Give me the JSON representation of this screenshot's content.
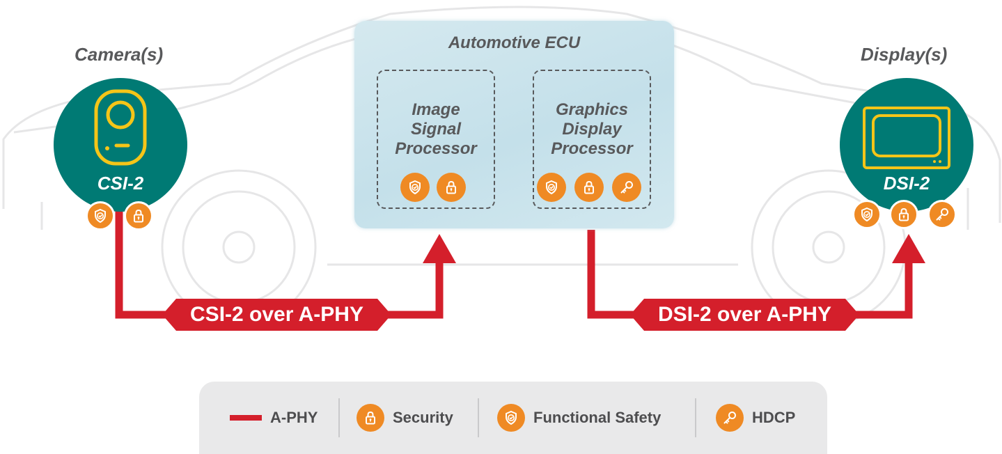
{
  "headings": {
    "cameras": "Camera(s)",
    "ecu": "Automotive ECU",
    "displays": "Display(s)"
  },
  "processors": {
    "isp": "Image\nSignal\nProcessor",
    "gdp": "Graphics\nDisplay\nProcessor"
  },
  "nodes": {
    "camera_label": "CSI-2",
    "display_label": "DSI-2"
  },
  "links": {
    "csi": "CSI-2 over A-PHY",
    "dsi": "DSI-2 over A-PHY"
  },
  "legend": {
    "aphy": "A-PHY",
    "security": "Security",
    "safety": "Functional Safety",
    "hdcp": "HDCP"
  },
  "colors": {
    "teal": "#007a74",
    "orange": "#ef8a24",
    "red": "#d41f2b",
    "camera_icon": "#f5c518"
  }
}
